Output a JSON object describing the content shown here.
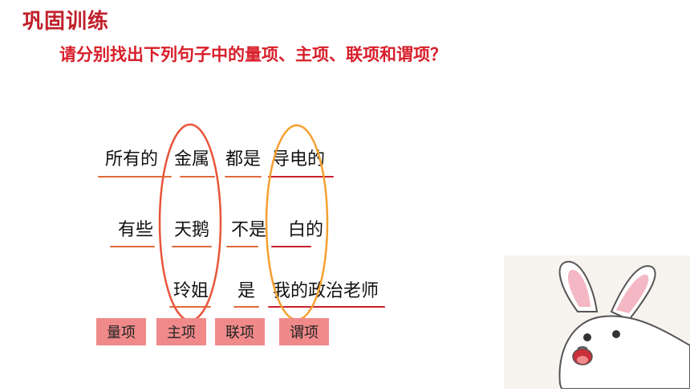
{
  "title": "巩固训练",
  "question": "请分别找出下列句子中的量项、主项、联项和谓项？",
  "sentences": {
    "s1": {
      "quantifier": "所有的",
      "subject": "金属",
      "copula": "都是",
      "predicate": "导电的"
    },
    "s2": {
      "quantifier": "有些",
      "subject": "天鹅",
      "copula": "不是",
      "predicate": "白的"
    },
    "s3": {
      "subject": "玲姐",
      "copula": "是",
      "predicate": "我的政治老师"
    }
  },
  "tags": {
    "quantifier": "量项",
    "subject": "主项",
    "copula": "联项",
    "predicate": "谓项"
  },
  "colors": {
    "title": "#c0202a",
    "question": "#d81e2a",
    "subject_oval": "#e8553a",
    "predicate_oval": "#f5a030",
    "tag_bg": "#f08a8a"
  },
  "illustration": "rabbit-icon"
}
